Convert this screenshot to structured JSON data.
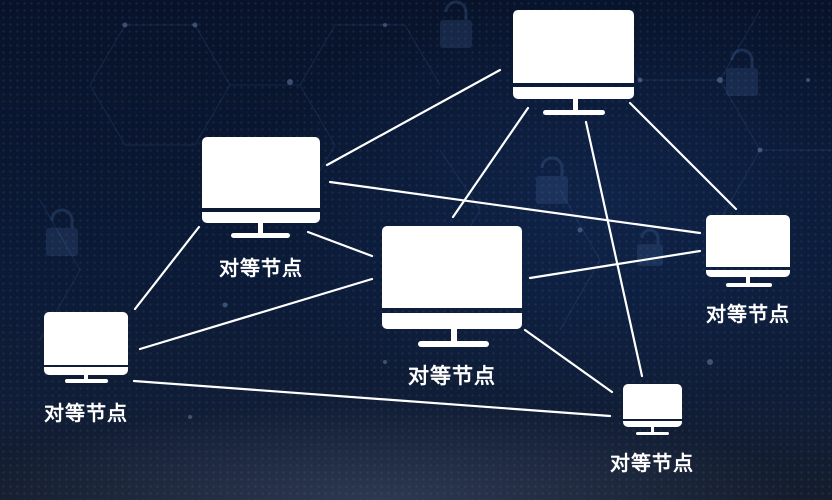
{
  "diagram": {
    "type": "peer-to-peer network",
    "colors": {
      "background": "#0a1428",
      "node": "#ffffff",
      "link": "#ffffff",
      "label": "#ffffff"
    },
    "nodes": [
      {
        "id": "top",
        "label": "",
        "icon": "monitor-icon"
      },
      {
        "id": "upper-left",
        "label": "对等节点",
        "icon": "monitor-icon"
      },
      {
        "id": "center",
        "label": "对等节点",
        "icon": "monitor-icon"
      },
      {
        "id": "right",
        "label": "对等节点",
        "icon": "monitor-icon"
      },
      {
        "id": "bottom-right",
        "label": "对等节点",
        "icon": "monitor-icon"
      },
      {
        "id": "left",
        "label": "对等节点",
        "icon": "monitor-icon"
      }
    ],
    "links": [
      [
        "top",
        "upper-left"
      ],
      [
        "top",
        "center"
      ],
      [
        "top",
        "right"
      ],
      [
        "top",
        "bottom-right"
      ],
      [
        "upper-left",
        "right"
      ],
      [
        "upper-left",
        "center"
      ],
      [
        "upper-left",
        "left"
      ],
      [
        "center",
        "left"
      ],
      [
        "center",
        "right"
      ],
      [
        "center",
        "bottom-right"
      ],
      [
        "left",
        "bottom-right"
      ]
    ]
  }
}
